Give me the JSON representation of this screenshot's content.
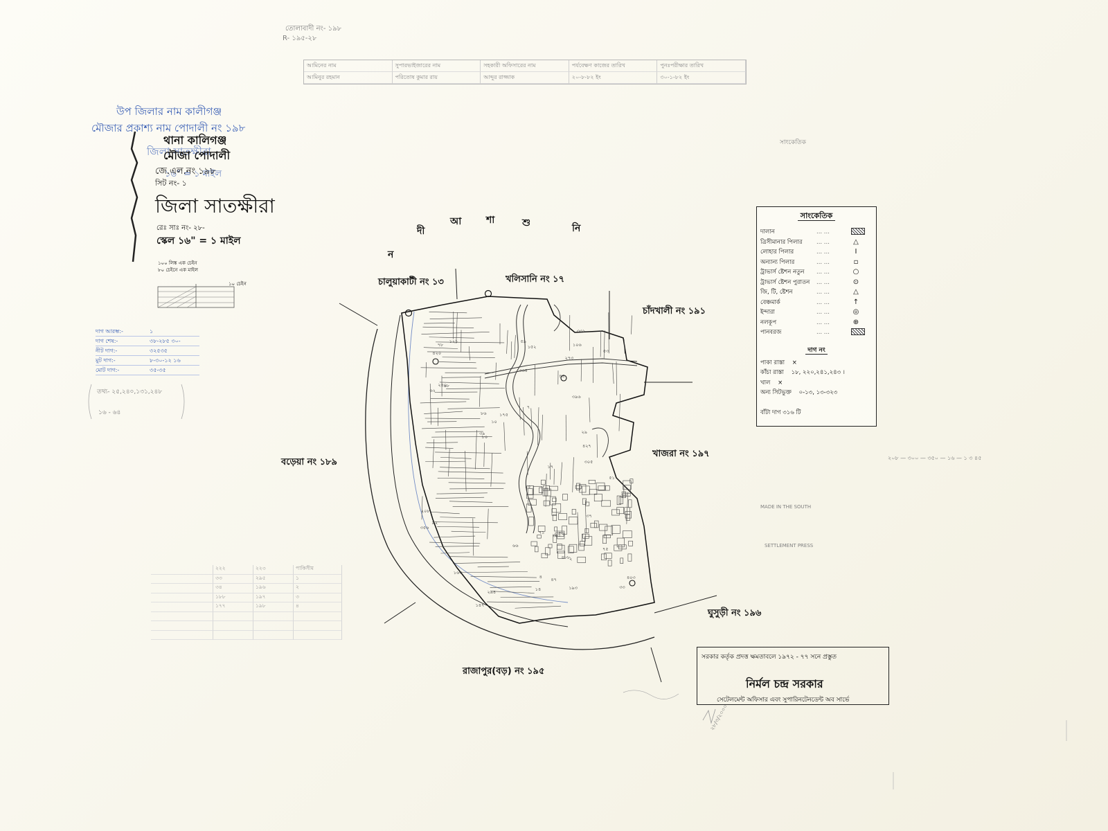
{
  "colors": {
    "ink": "#111111",
    "blue_ink": "#3a5fb5",
    "faint": "#8a8a8a",
    "paper": "#fbfaf3"
  },
  "top_note": [
    "তোলাবাদী নং- ১৯৮",
    "R- ১৯৫-২৮"
  ],
  "header_table": [
    "আমিনের নাম",
    "সুপারভাইজারের নাম",
    "সহকারী অফিসারের নাম",
    "পর্যবেক্ষণ কাজের তারিখ",
    "পুনঃপরীক্ষার তারিখ",
    "আমিনুর রহমান",
    "পরিতোষ কুমার রায়",
    "আব্দুর রাজ্জাক",
    "২০-৮-৮২ ইং",
    "৩০-১-৮২ ইং"
  ],
  "blue_notes": {
    "upazila": "উপ জিলার নাম কালীগঞ্জ",
    "mouza_label": "মৌজার প্রকাশ্য নাম পোদালী নং ১৯৮",
    "district_overwrite": "জিলা সাতক্ষীরা",
    "scale_overwrite": "১৬\" = ১ মাইল"
  },
  "title_block": {
    "thana": "থানা কালিগঞ্জ",
    "mouza": "মৌজা পোদালী",
    "jl_no": "জে.এল.নং ১৯৮",
    "sheet_no": "সিট নং- ১",
    "district": "জিলা সাতক্ষীরা",
    "rev_no": "রেঃ সাঃ নং- ২৮-",
    "scale": "স্কেল ১৬\" = ১ মাইল",
    "chain_note_1": "১০০ লিঙ্ক এক চেইন",
    "chain_note_2": "৮০ চেইনে এক মাইল",
    "scale_end_label": "১০ চেইন"
  },
  "info_table": [
    {
      "k": "দাগ আরম্ভ:-",
      "v": "১"
    },
    {
      "k": "দাগ শেষ:-",
      "v": "৩৮-২৮৫ ৩০-"
    },
    {
      "k": "নীট দাগ:-",
      "v": "৩২৫৩৫"
    },
    {
      "k": "মুট দাগ:-",
      "v": "৮-৩০-১২ ১৬"
    },
    {
      "k": "মোট দাগ:-",
      "v": "৩৫-৩৫"
    }
  ],
  "bracket_note": [
    "তথ্য- ২৫,২৪০,১৩১,২৪৮",
    "১৬ - ৬৪"
  ],
  "river_letters": [
    "ন",
    "দী",
    "আ",
    "শা",
    "শু",
    "নি"
  ],
  "villages": {
    "north_west": "চালুয়াকাটী নং ১৩",
    "north": "খলিসানি নং ১৭",
    "north_east": "চাঁদখালী নং ১৯১",
    "east": "খাজরা নং ১৯৭",
    "west": "বড়েয়া নং ১৮৯",
    "south_east": "ঘুসুড়ী নং ১৯৬",
    "south": "রাজাপুর(বড়) নং ১৯৫"
  },
  "legend": {
    "title": "সাংকেতিক",
    "items": [
      {
        "label": "দালান",
        "symbol": "hatch"
      },
      {
        "label": "ত্রিসীমানার পিলার",
        "symbol": "△"
      },
      {
        "label": "লোহার পিলার",
        "symbol": "I"
      },
      {
        "label": "অন্যান্য পিলার",
        "symbol": "▫"
      },
      {
        "label": "ট্রাভার্স ষ্টেশন নতুন",
        "symbol": "○"
      },
      {
        "label": "ট্রাভার্স ষ্টেশন পুরাতন",
        "symbol": "⊙"
      },
      {
        "label": "জি, টি, ষ্টেশন",
        "symbol": "△"
      },
      {
        "label": "বেঞ্চমার্ক",
        "symbol": "↑"
      },
      {
        "label": "ইন্দারা",
        "symbol": "◎"
      },
      {
        "label": "নলকূপ",
        "symbol": "⊕"
      },
      {
        "label": "পানবরজ",
        "symbol": "hatch"
      }
    ],
    "dag_title": "দাগ নং",
    "dag_items": [
      {
        "label": "পাকা রাস্তা",
        "value": "×"
      },
      {
        "label": "কাঁচা রাস্তা",
        "value": "১৮, ২২০,২৪১,২৪৩ ।"
      },
      {
        "label": "খাল",
        "value": "×"
      },
      {
        "label": "অন্য সিটভুক্ত",
        "value": "০-১৩, ১৩-৩২৩"
      }
    ],
    "foot": "বাঁটা দাগ ৩১৬ টি"
  },
  "certificate": {
    "line1": "সরকার কর্তৃক প্রদত্ত ক্ষমতাবলে ১৯৭২ - ৭৭ সনে প্রস্তুত",
    "signature": "নির্মল চন্দ্র সরকার",
    "line3": "সেটেলমেন্ট অফিসার এবং সুপারিনটেনডেন্ট অব সার্ভে"
  },
  "faint_notes": {
    "right_top": "সাংকেতিক",
    "right_margin_numbers": "২০৮ — ৩০০ — ৩৫০ — ১৬ — ১ ৩ ৪৫",
    "made_in": "MADE IN THE SOUTH",
    "settlement": "SETTLEMENT PRESS",
    "dates": "২৮/৩/২০০০"
  },
  "bottom_table": [
    "",
    "২২২",
    "২২৩",
    "পাকিসীম",
    "",
    "৩৩",
    "২৯৫",
    "১",
    "",
    "৩৪",
    "১৯৬",
    "২",
    "",
    "১৮৮",
    "১৯৭",
    "৩",
    "",
    "১৭৭",
    "১৯৮",
    "৪",
    "",
    "",
    "",
    "",
    "",
    "",
    "",
    "",
    "",
    "",
    "",
    ""
  ]
}
